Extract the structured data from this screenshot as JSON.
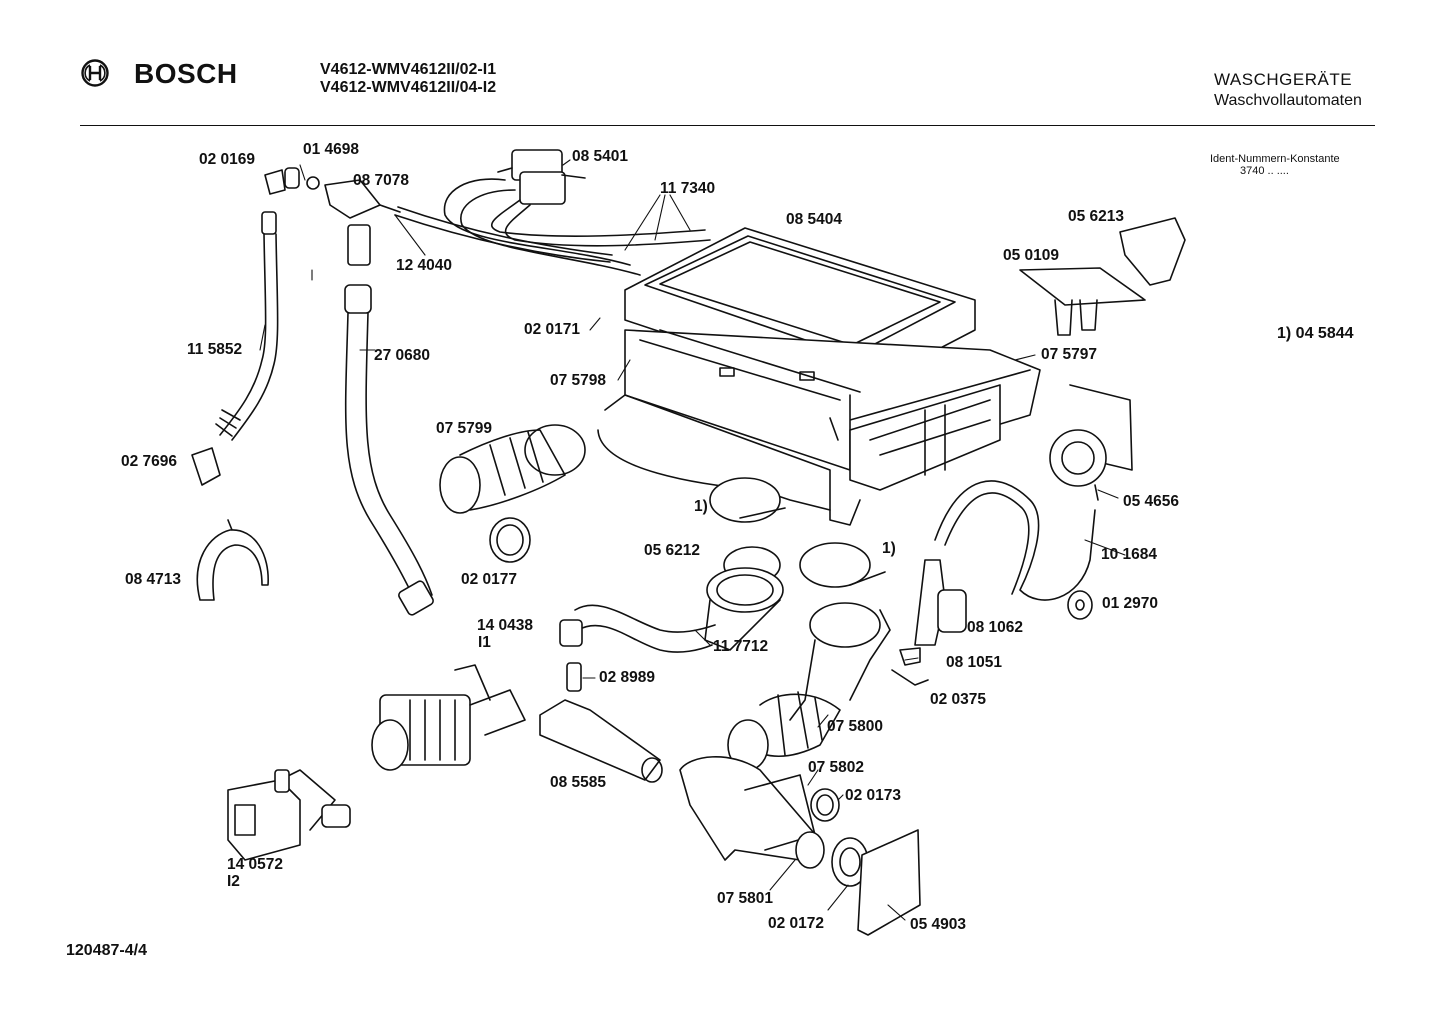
{
  "header": {
    "brand": "BOSCH",
    "models": [
      "V4612-WMV4612II/02-I1",
      "V4612-WMV4612II/04-I2"
    ],
    "category": "WASCHGERÄTE",
    "subcategory": "Waschvollautomaten",
    "ident_label": "Ident-Nummern-Konstante",
    "ident_value": "3740  ..  ....",
    "footnote": "1) 04 5844"
  },
  "footer": {
    "document_number": "120487-4/4"
  },
  "parts": [
    "02 0169",
    "01 4698",
    "08 7078",
    "08 5401",
    "11 7340",
    "12 4040",
    "08 5404",
    "05 6213",
    "05 0109",
    "02 0171",
    "27 0680",
    "11 5852",
    "07 5797",
    "07 5798",
    "07 5799",
    "02 7696",
    "1)",
    "05 4656",
    "10 1684",
    "05 6212",
    "1)",
    "02 0177",
    "08 4713",
    "01 2970",
    "08 1062",
    "14 0438",
    "I1",
    "11 7712",
    "08 1051",
    "02 8989",
    "02 0375",
    "07 5800",
    "08 5585",
    "07 5802",
    "02 0173",
    "14 0572",
    "I2",
    "07 5801",
    "02 0172",
    "05 4903"
  ]
}
